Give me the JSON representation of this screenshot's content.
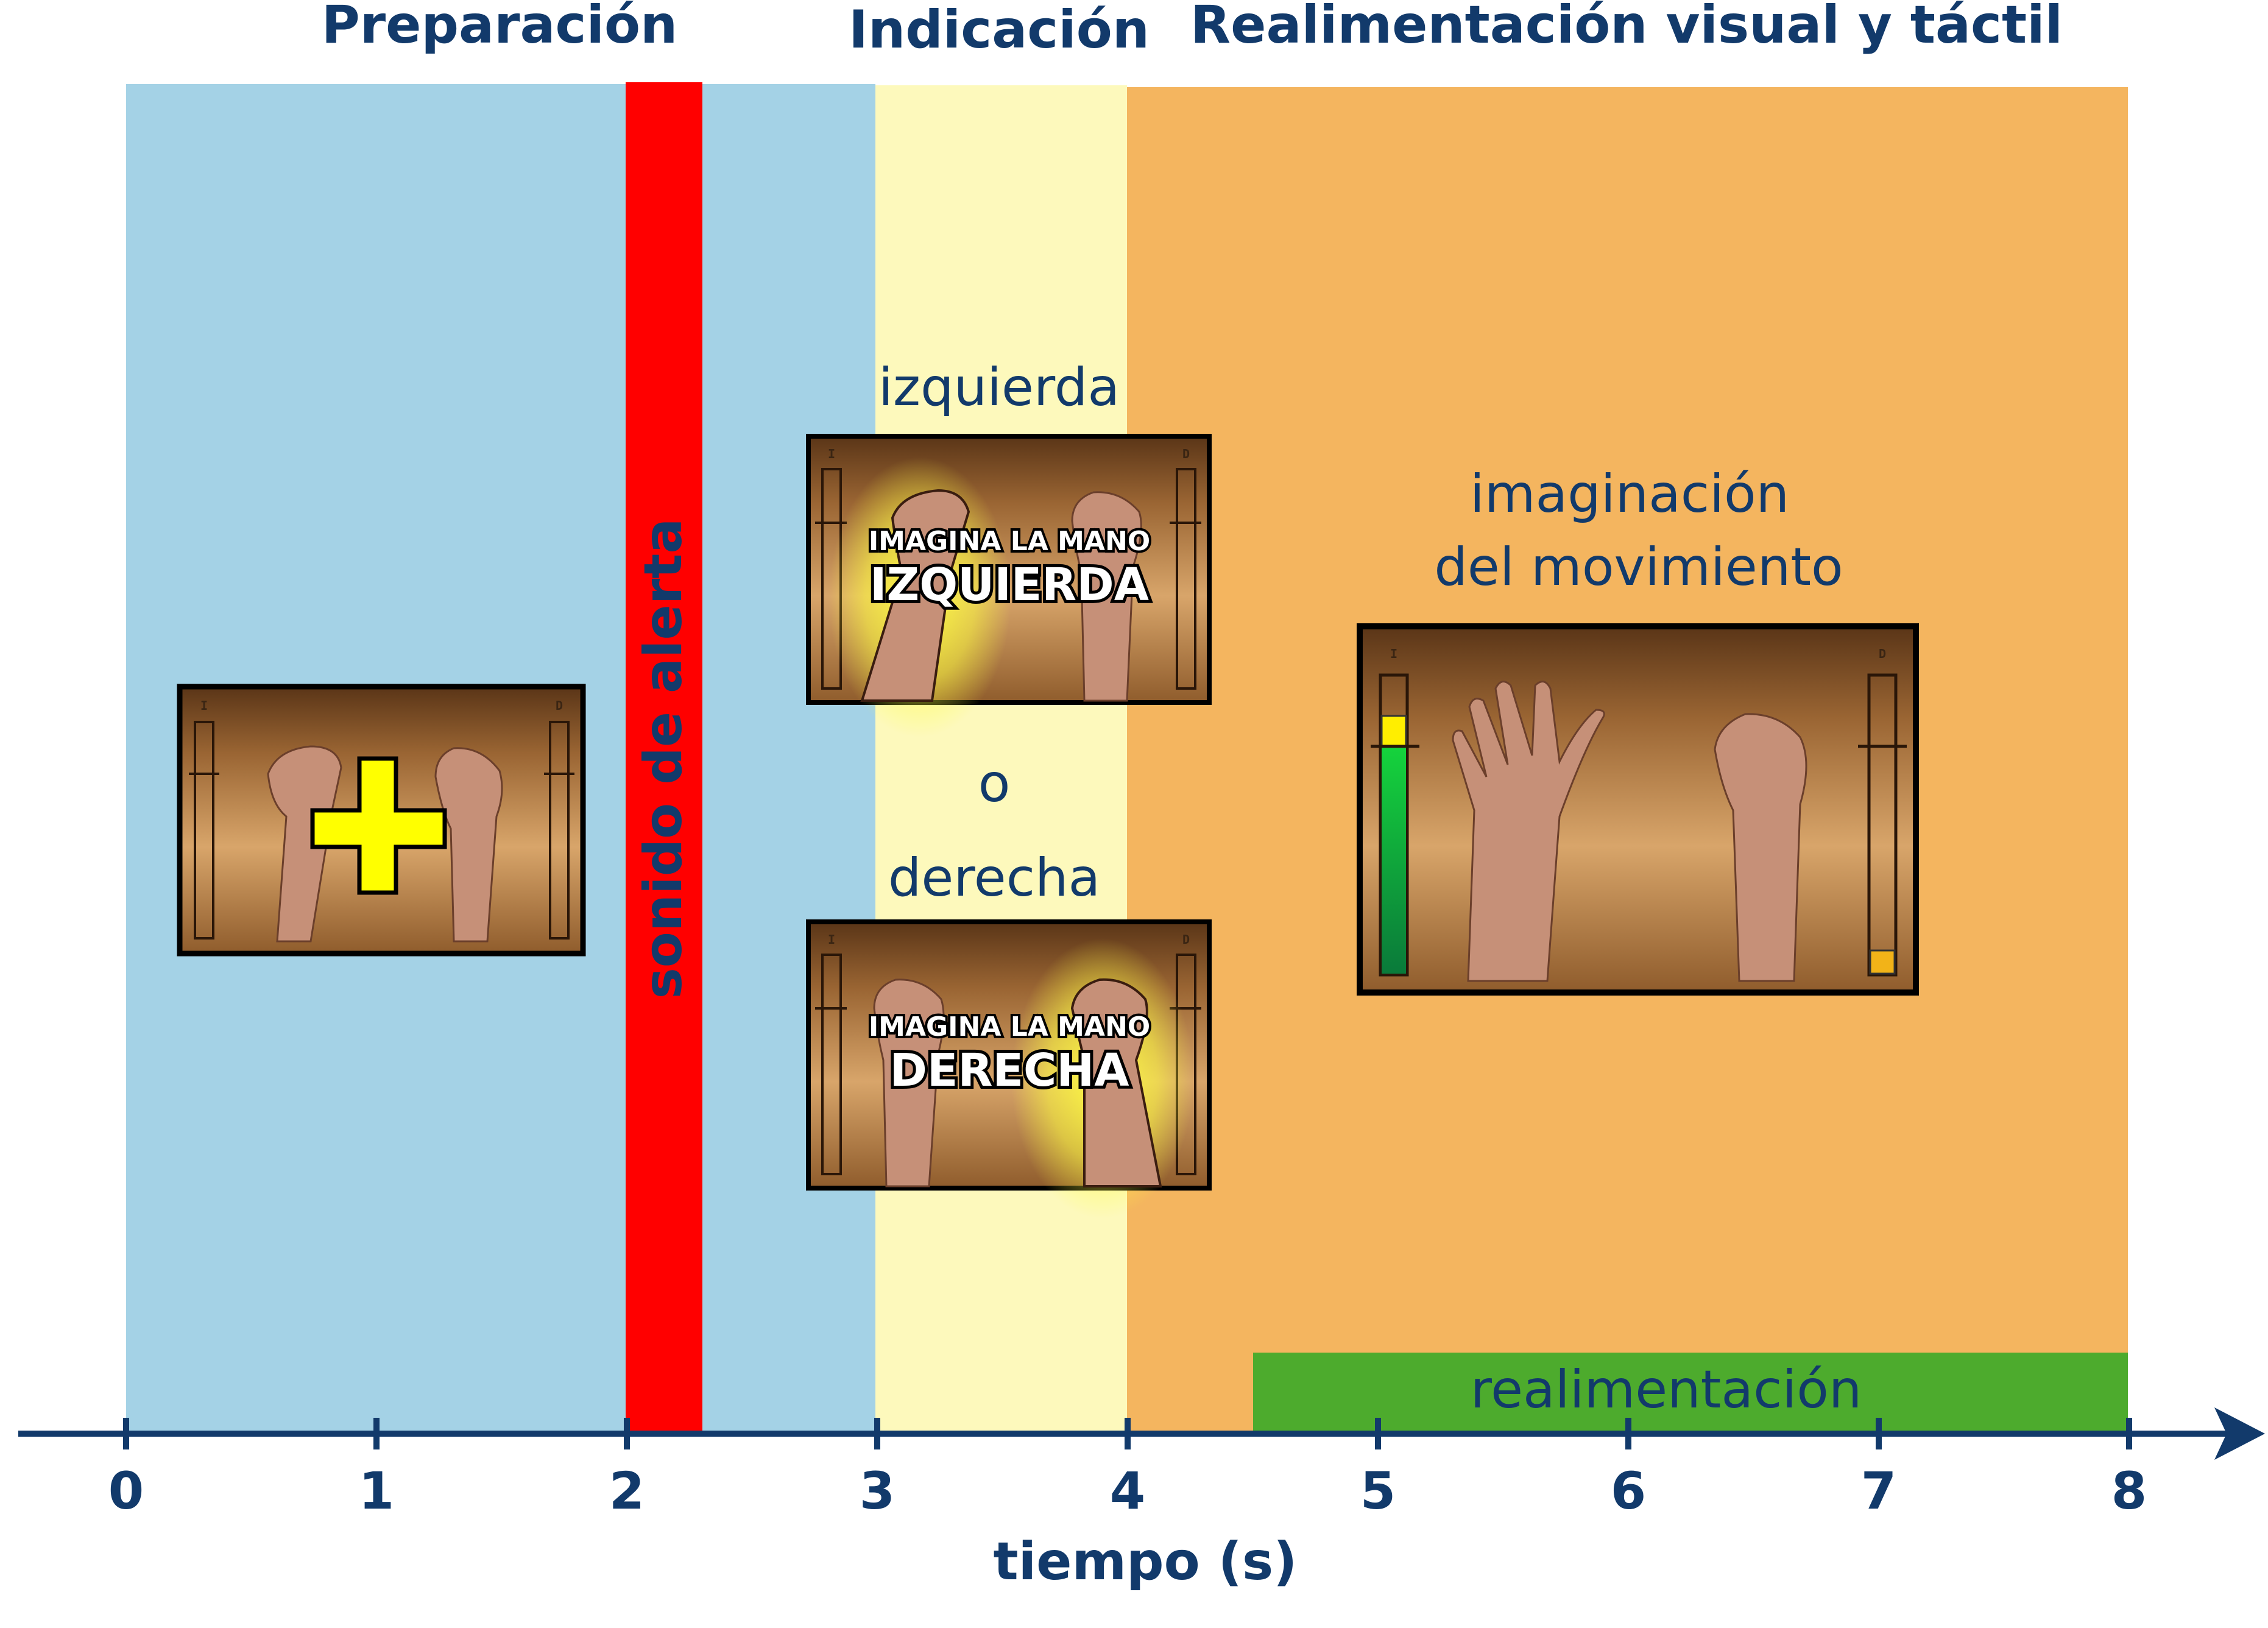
{
  "phases": {
    "preparation": "Preparación",
    "cue": "Indicación",
    "feedback": "Realimentación visual y táctil"
  },
  "alert_label": "sonido de alerta",
  "cue": {
    "left_word": "izquierda",
    "or_word": "o",
    "right_word": "derecha"
  },
  "imagination_label": [
    "imaginación",
    "del movimiento"
  ],
  "feedback_bar_label": "realimentación",
  "axis": {
    "label": "tiempo (s)",
    "ticks": [
      "0",
      "1",
      "2",
      "3",
      "4",
      "5",
      "6",
      "7",
      "8"
    ]
  },
  "screens": {
    "bar_left_tag": "I",
    "bar_right_tag": "D",
    "instruction_prefix": "IMAGINA LA MANO",
    "instruction_left": "IZQUIERDA",
    "instruction_right": "DERECHA"
  },
  "colors": {
    "preparation_bg": "#a4d2e6",
    "alert_bar": "#ff0000",
    "cue_bg": "#fdf9bc",
    "feedback_bg": "#f4b55f",
    "feedback_bar": "#4dab2d",
    "axis": "#123a6b",
    "cross": "#ffff00"
  }
}
